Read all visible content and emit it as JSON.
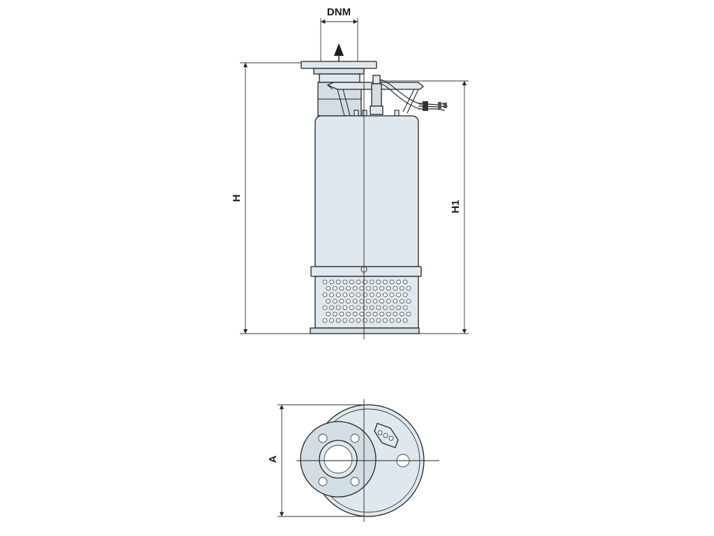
{
  "diagram": {
    "labels": {
      "dnm": "DNM",
      "h": "H",
      "h1": "H1",
      "a": "A"
    },
    "colors": {
      "body": "#dfe8ee",
      "body_shade": "#d3dde4",
      "line": "#222222"
    }
  }
}
